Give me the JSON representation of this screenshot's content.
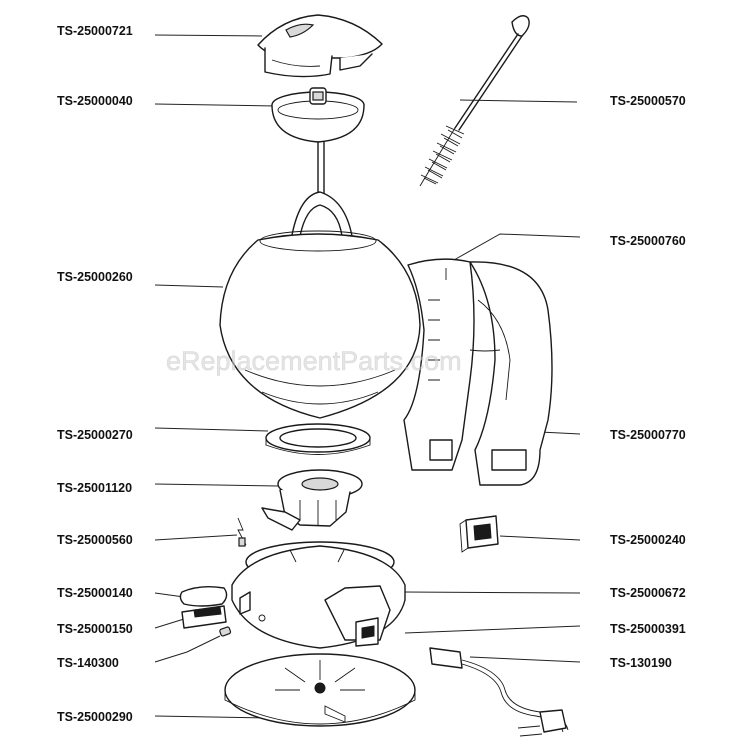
{
  "watermark": "eReplacementParts.com",
  "parts": [
    {
      "id": "TS-25000721"
    },
    {
      "id": "TS-25000040"
    },
    {
      "id": "TS-25000260"
    },
    {
      "id": "TS-25000270"
    },
    {
      "id": "TS-25001120"
    },
    {
      "id": "TS-25000560"
    },
    {
      "id": "TS-25000140"
    },
    {
      "id": "TS-25000150"
    },
    {
      "id": "TS-140300"
    },
    {
      "id": "TS-25000290"
    },
    {
      "id": "TS-25000570"
    },
    {
      "id": "TS-25000760"
    },
    {
      "id": "TS-25000770"
    },
    {
      "id": "TS-25000240"
    },
    {
      "id": "TS-25000672"
    },
    {
      "id": "TS-25000391"
    },
    {
      "id": "TS-130190"
    }
  ]
}
